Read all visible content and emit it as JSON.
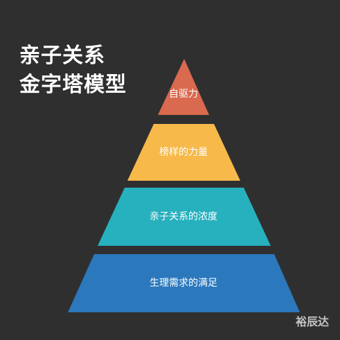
{
  "title": {
    "line1": "亲子关系",
    "line2": "金字塔模型"
  },
  "pyramid": {
    "tiers": [
      {
        "label": "自驱力",
        "color": "#d9694f"
      },
      {
        "label": "榜样的力量",
        "color": "#f6b94a"
      },
      {
        "label": "亲子关系的浓度",
        "color": "#27b0bd"
      },
      {
        "label": "生理需求的满足",
        "color": "#2b78bd"
      }
    ]
  },
  "watermark": {
    "text": "裕辰达"
  }
}
